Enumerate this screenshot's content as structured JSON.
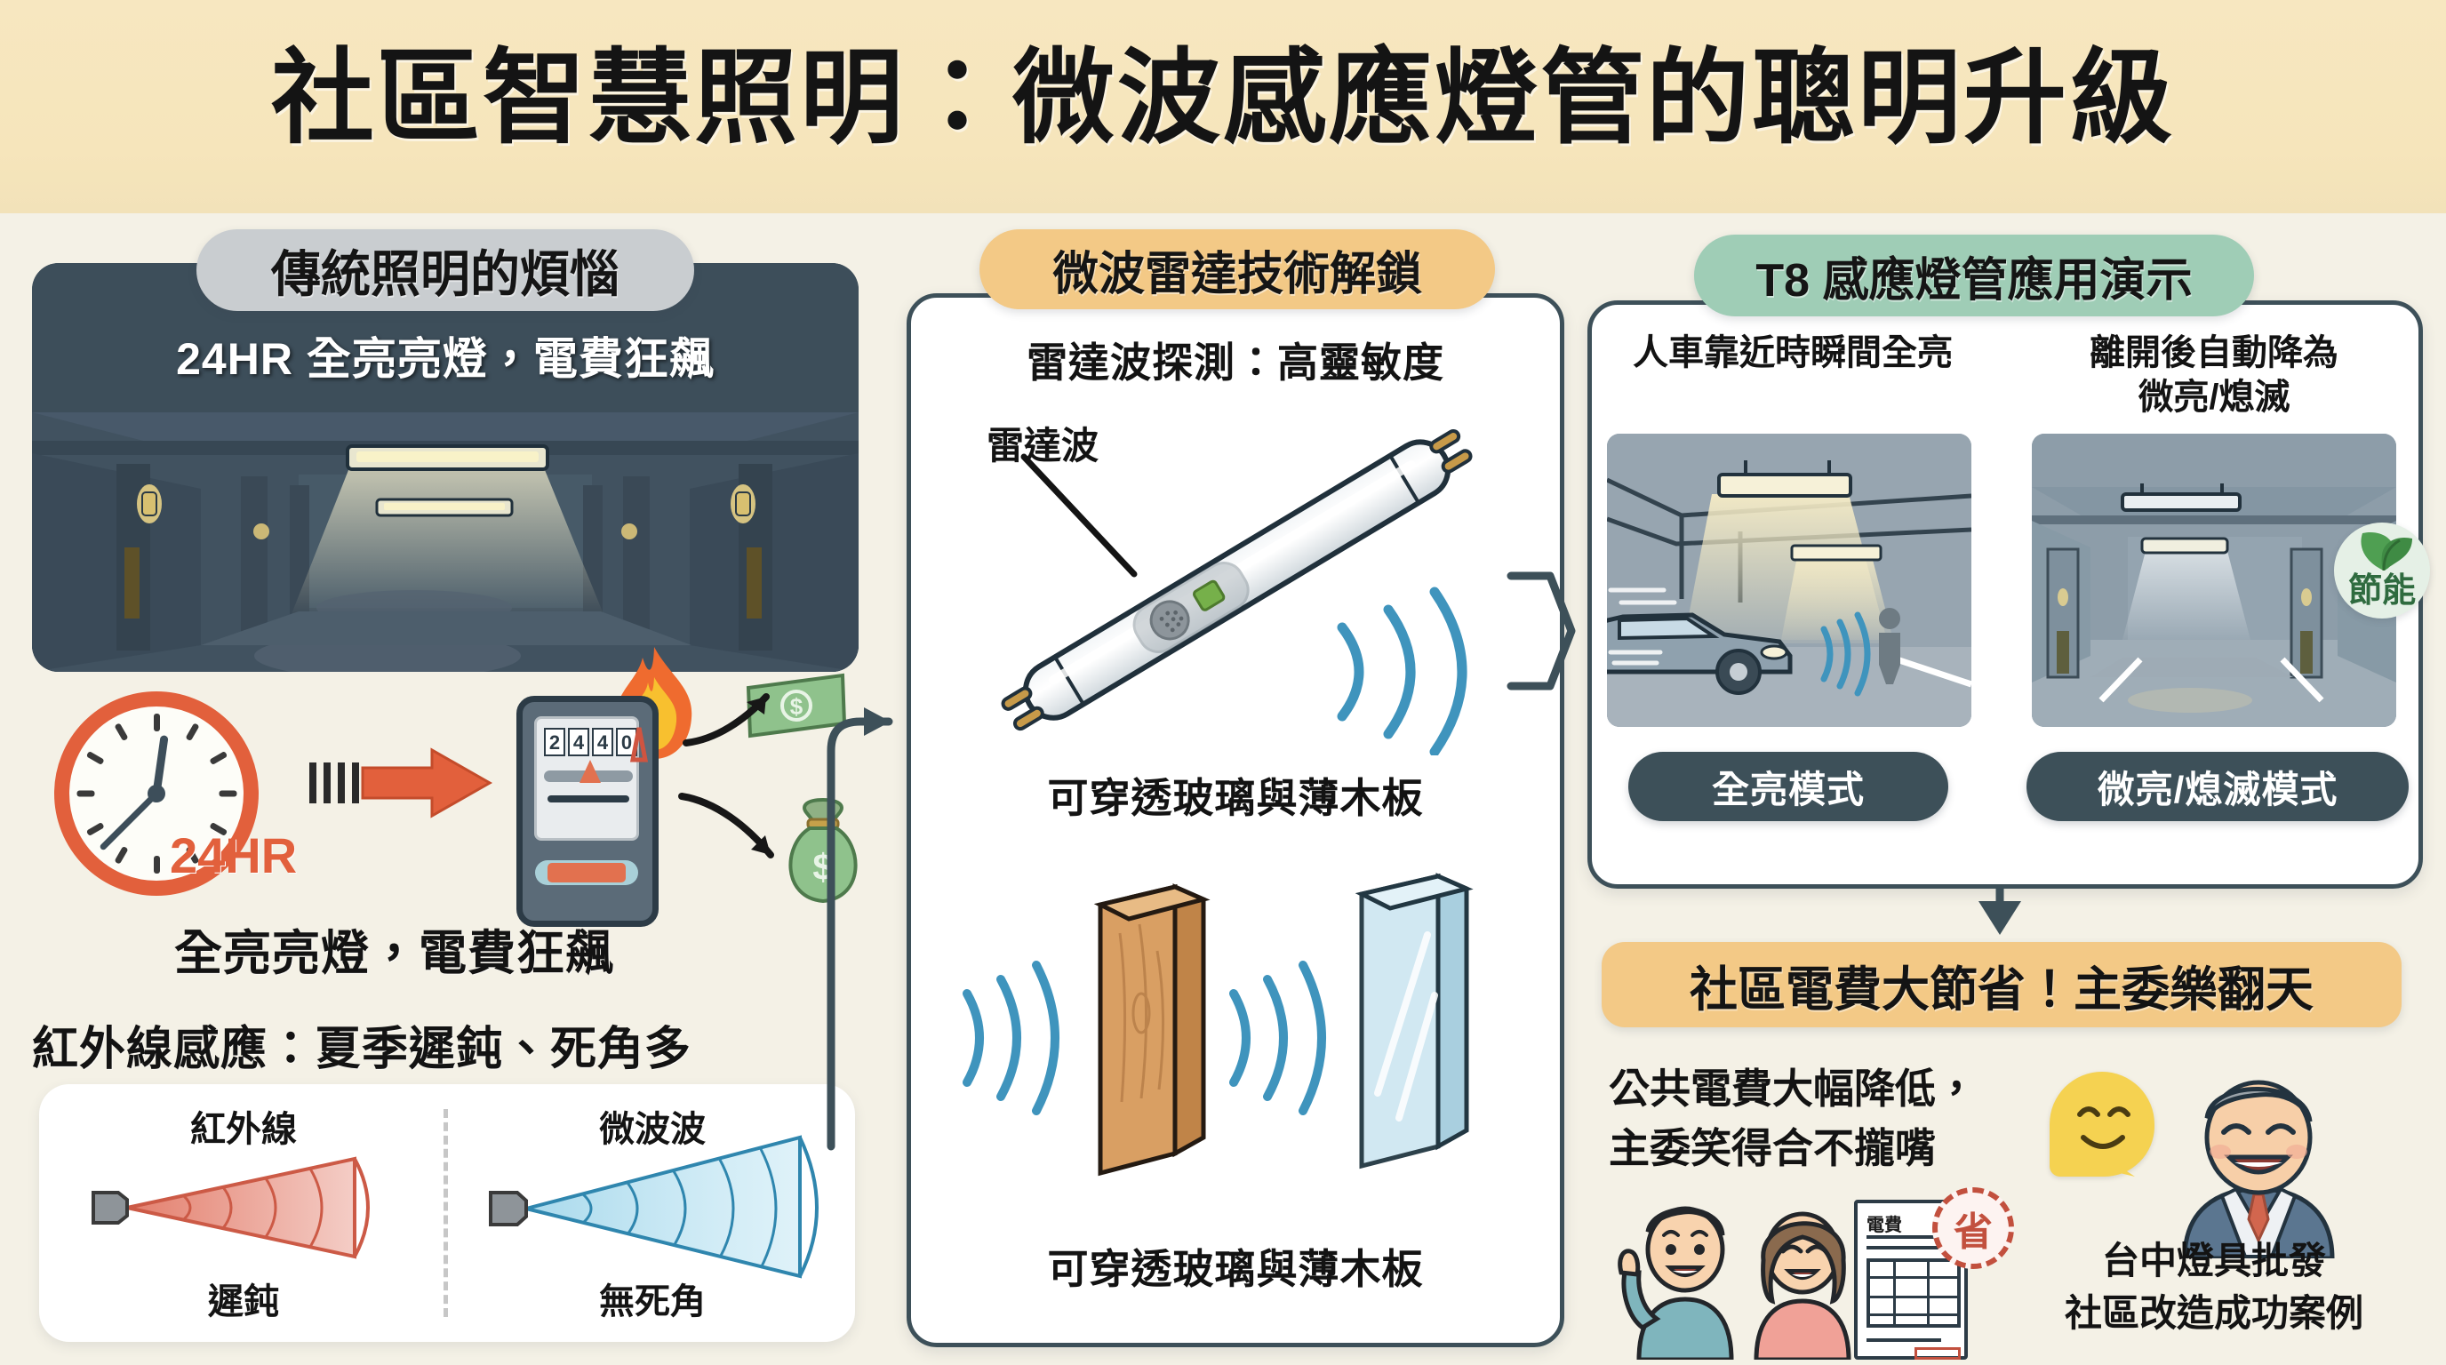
{
  "header": {
    "title": "社區智慧照明：微波感應燈管的聰明升級",
    "band_color": "#f6e5bb"
  },
  "left_panel": {
    "heading": "傳統照明的煩惱",
    "heading_pill_color": "#c9cdd0",
    "garage_overlay_text": "24HR 全亮亮燈，電費狂飆",
    "garage_color": "#3d4e5a",
    "clock_label": "24HR",
    "clock_color": "#e2603c",
    "meter_digits": [
      "2",
      "4",
      "4",
      "0"
    ],
    "caption": "全亮亮燈，電費狂飆",
    "infrared_subhead": "紅外線感應：夏季遲鈍、死角多",
    "compare": {
      "left": {
        "title": "紅外線",
        "result": "遲鈍",
        "color": "#e0705c"
      },
      "right": {
        "title": "微波波",
        "result": "無死角",
        "color": "#3f94bd"
      }
    }
  },
  "mid_panel": {
    "heading": "微波雷達技術解鎖",
    "heading_pill_color": "#f3c986",
    "subtitle": "雷達波探測：高靈敏度",
    "radar_callout": "雷達波",
    "penetrate_caption_top": "可穿透玻璃與薄木板",
    "penetrate_caption_bottom": "可穿透玻璃與薄木板",
    "wave_color": "#3f94bd"
  },
  "right_panel": {
    "heading": "T8 感應燈管應用演示",
    "heading_pill_color": "#9fcdb6",
    "demos": [
      {
        "title": "人車靠近時瞬間全亮",
        "badge": "全亮模式"
      },
      {
        "title": "離開後自動降為\n微亮/熄滅",
        "badge": "微亮/熄滅模式"
      }
    ],
    "demo_title_left": "人車靠近時瞬間全亮",
    "demo_title_right_line1": "離開後自動降為",
    "demo_title_right_line2": "微亮/熄滅",
    "badge_left": "全亮模式",
    "badge_right": "微亮/熄滅模式",
    "badge_color": "#3d5059",
    "eco_badge": "節能",
    "eco_color": "#2f6b3f"
  },
  "result_panel": {
    "heading": "社區電費大節省！主委樂翻天",
    "heading_pill_color": "#f3c986",
    "body_line1": "公共電費大幅降低，",
    "body_line2": "主委笑得合不攏嘴",
    "bill_title": "電費",
    "seal_text": "省",
    "brand_line1": "台中燈具批發",
    "brand_line2": "社區改造成功案例"
  }
}
